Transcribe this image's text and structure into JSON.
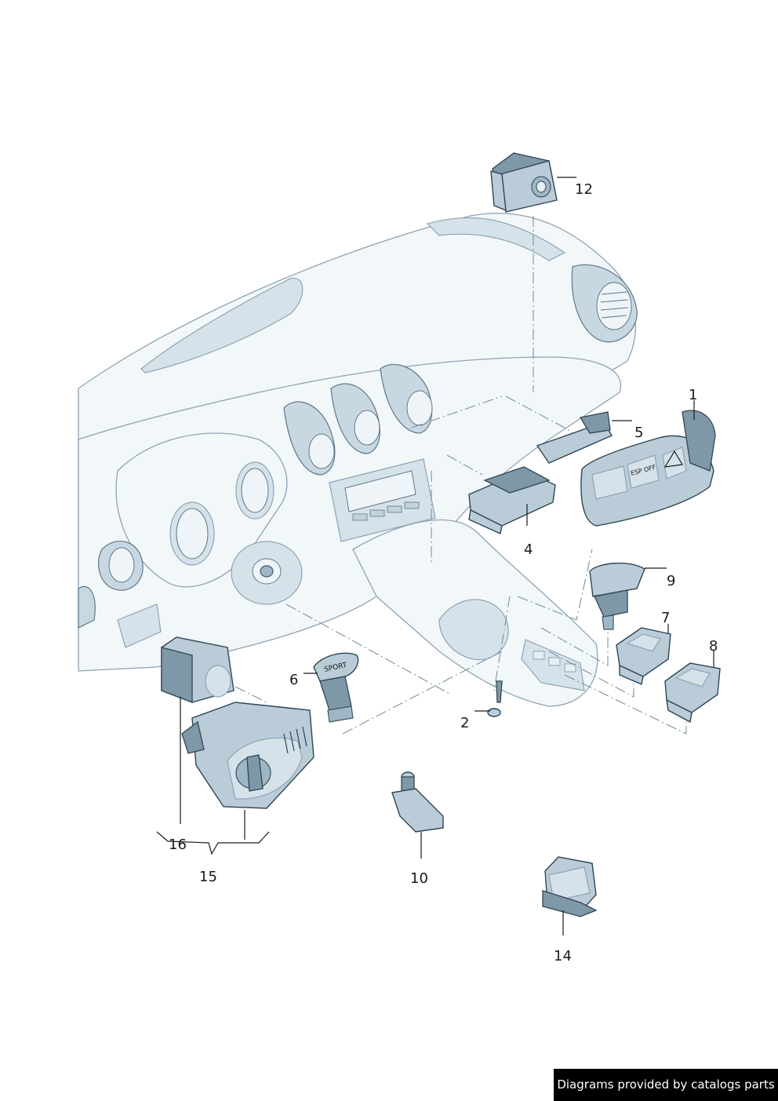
{
  "callouts": {
    "c1": "1",
    "c2": "2",
    "c4": "4",
    "c5": "5",
    "c6": "6",
    "c7": "7",
    "c8": "8",
    "c9": "9",
    "c10": "10",
    "c12": "12",
    "c14": "14",
    "c15": "15",
    "c16": "16"
  },
  "part_labels": {
    "sport": "SPORT",
    "esp_off": "ESP OFF"
  },
  "watermark": "Diagrams provided by catalogs parts"
}
